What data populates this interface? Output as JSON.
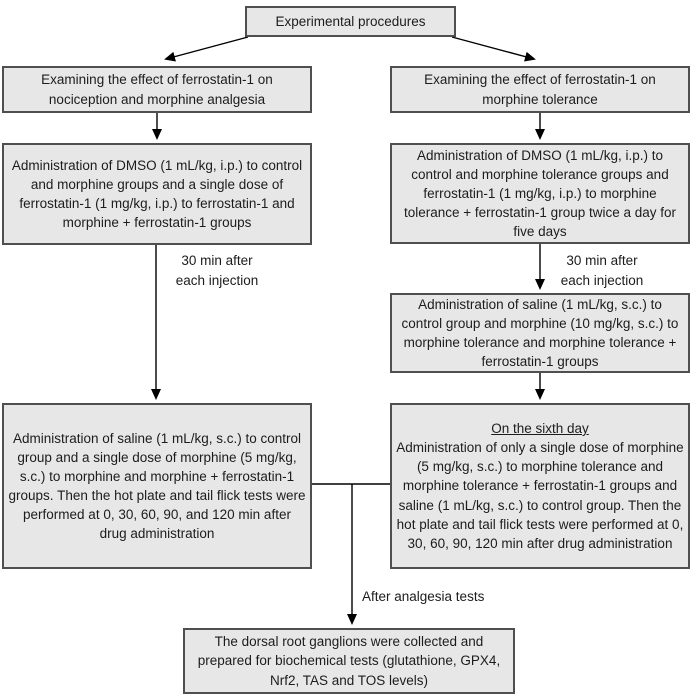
{
  "diagram": {
    "root": {
      "label": "Experimental procedures"
    },
    "left_branch": {
      "aim": "Examining the effect of ferrostatin-1 on nociception and morphine analgesia",
      "dmso_step": "Administration of DMSO (1 mL/kg, i.p.) to control and morphine groups and a single dose of ferrostatin-1 (1 mg/kg, i.p.) to ferrostatin-1 and morphine + ferrostatin-1 groups",
      "arrow_label": "30 min after\neach injection",
      "test_step": "Administration of saline (1 mL/kg, s.c.) to control group and a single dose of morphine (5 mg/kg, s.c.) to morphine and morphine + ferrostatin-1 groups. Then the hot plate and tail flick tests were performed at 0, 30, 60, 90, and 120 min after drug administration"
    },
    "right_branch": {
      "aim": "Examining the effect of ferrostatin-1 on morphine tolerance",
      "dmso_step": "Administration of DMSO (1 mL/kg, i.p.) to control and morphine tolerance groups and ferrostatin-1 (1 mg/kg, i.p.) to morphine tolerance + ferrostatin-1 group twice a day for five days",
      "arrow_label": "30 min after\neach injection",
      "saline_step": "Administration of saline (1 mL/kg, s.c.) to control group and morphine (10 mg/kg, s.c.) to morphine tolerance and morphine tolerance + ferrostatin-1 groups",
      "day6_heading": "On the sixth day",
      "day6_step": "Administration of only a single dose of morphine (5 mg/kg, s.c.) to morphine tolerance and morphine tolerance + ferrostatin-1 groups and saline (1 mL/kg, s.c.) to control group. Then the hot plate and tail flick tests were performed at 0, 30, 60, 90, 120 min after drug administration"
    },
    "merge_label": "After analgesia tests",
    "final_step": "The dorsal root ganglions were collected and prepared for biochemical tests (glutathione, GPX4, Nrf2, TAS and TOS levels)"
  },
  "colors": {
    "box_fill": "#e7e7e7",
    "box_border": "#4f4f4f",
    "arrow": "#000000",
    "text": "#1c1c1c",
    "background": "#ffffff"
  }
}
